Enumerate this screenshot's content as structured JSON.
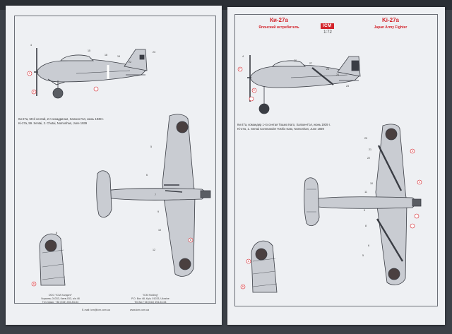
{
  "right_header": {
    "title_ru": "Ки-27а",
    "subtitle_ru": "Японский истребитель",
    "logo": "ICM",
    "scale": "1:72",
    "title_en": "Ki-27a",
    "subtitle_en": "Japan Army Fighter"
  },
  "left_caption": {
    "line1": "Ки-27а, 59-й сентай, 2-я эскадрилья, Халхин-Гол, июнь 1939 г.",
    "line2": "Ki-27a, 59. Sentai, 2. Chutai, Nomonhan, June 1939"
  },
  "right_caption": {
    "line1": "Ки-27а, командир 1-го сентая Тошио Като, Халхин-Гол, июнь 1939 г.",
    "line2": "Ki-27a, 1. Sentai Commander Toshio Kato, Nomonhan, June 1939"
  },
  "footer": {
    "ua_line1": "ООО \"ICM Холдинг\"",
    "ua_line2": "Украина, 01033, Киев-033, а/я 48",
    "ua_line3": "Тел./факс: +38 (044) 494-54-54",
    "en_line1": "\"ICM Holding\"",
    "en_line2": "P.O. Box 48, Kyiv, 01033, Ukraine",
    "en_line3": "Tel./fax +38 (044) 494-54-54",
    "email": "E-mail: icm@icm.com.ua",
    "web": "www.icm.com.ua"
  },
  "colors": {
    "paper": "#eef0f3",
    "airframe": "#c9ccd2",
    "line": "#3a3d44",
    "hinomaru": "#4a4040",
    "marker": "#d3242b",
    "background": "#3c4148"
  },
  "left_markers": {
    "side_view": [
      "4",
      "15",
      "18",
      "19",
      "22",
      "23",
      "Z",
      "F"
    ],
    "plan_view": [
      "5",
      "6",
      "7",
      "8",
      "9",
      "10",
      "12"
    ],
    "tail_view": [
      "8",
      "B"
    ]
  },
  "right_markers": {
    "side_view": [
      "4",
      "28",
      "27",
      "25",
      "24",
      "23",
      "F",
      "E"
    ],
    "plan_view": [
      "20",
      "21",
      "22",
      "10",
      "11",
      "9",
      "8",
      "6",
      "5",
      "D",
      "C"
    ],
    "tail_view": [
      "A",
      "B"
    ]
  }
}
